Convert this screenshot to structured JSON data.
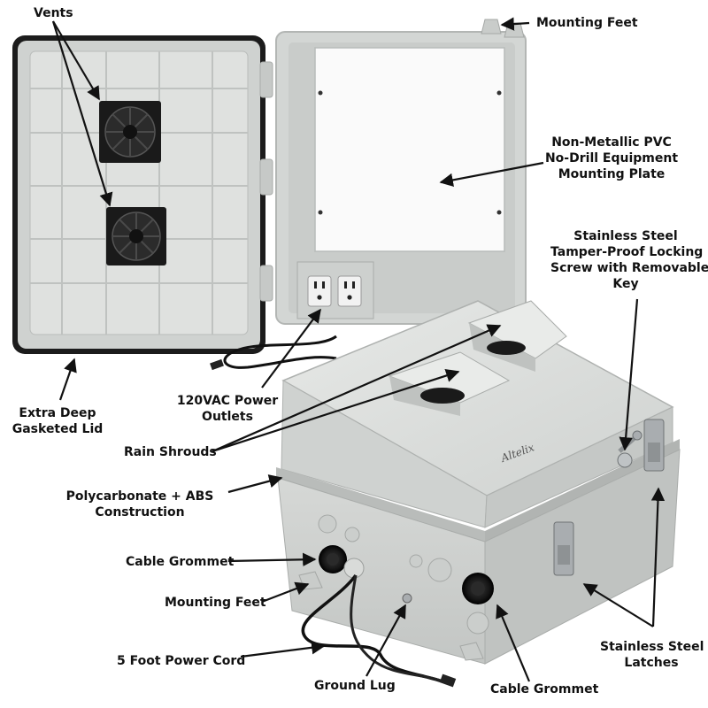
{
  "labels": {
    "vents": "Vents",
    "mounting_feet_top": "Mounting Feet",
    "mounting_plate": [
      "Non-Metallic PVC",
      "No-Drill Equipment",
      "Mounting Plate"
    ],
    "locking_screw": [
      "Stainless Steel",
      "Tamper-Proof Locking",
      "Screw with Removable",
      "Key"
    ],
    "lid": [
      "Extra Deep",
      "Gasketed Lid"
    ],
    "outlets": [
      "120VAC Power",
      "Outlets"
    ],
    "rain_shrouds": "Rain Shrouds",
    "construction": [
      "Polycarbonate + ABS",
      "Construction"
    ],
    "cable_grommet_left": "Cable Grommet",
    "mounting_feet_bottom": "Mounting Feet",
    "power_cord": "5 Foot Power Cord",
    "ground_lug": "Ground Lug",
    "cable_grommet_bottom": "Cable Grommet",
    "latches": [
      "Stainless Steel",
      "Latches"
    ]
  },
  "brand_logo": "Altelix",
  "colors": {
    "enclosure": "#d8dad8",
    "enclosure_shadow": "#b9bcba",
    "gasket": "#1c1c1c",
    "plate": "#fafafa",
    "fan": "#1a1a1a",
    "steel": "#a9adb0",
    "label_text": "#111111"
  }
}
